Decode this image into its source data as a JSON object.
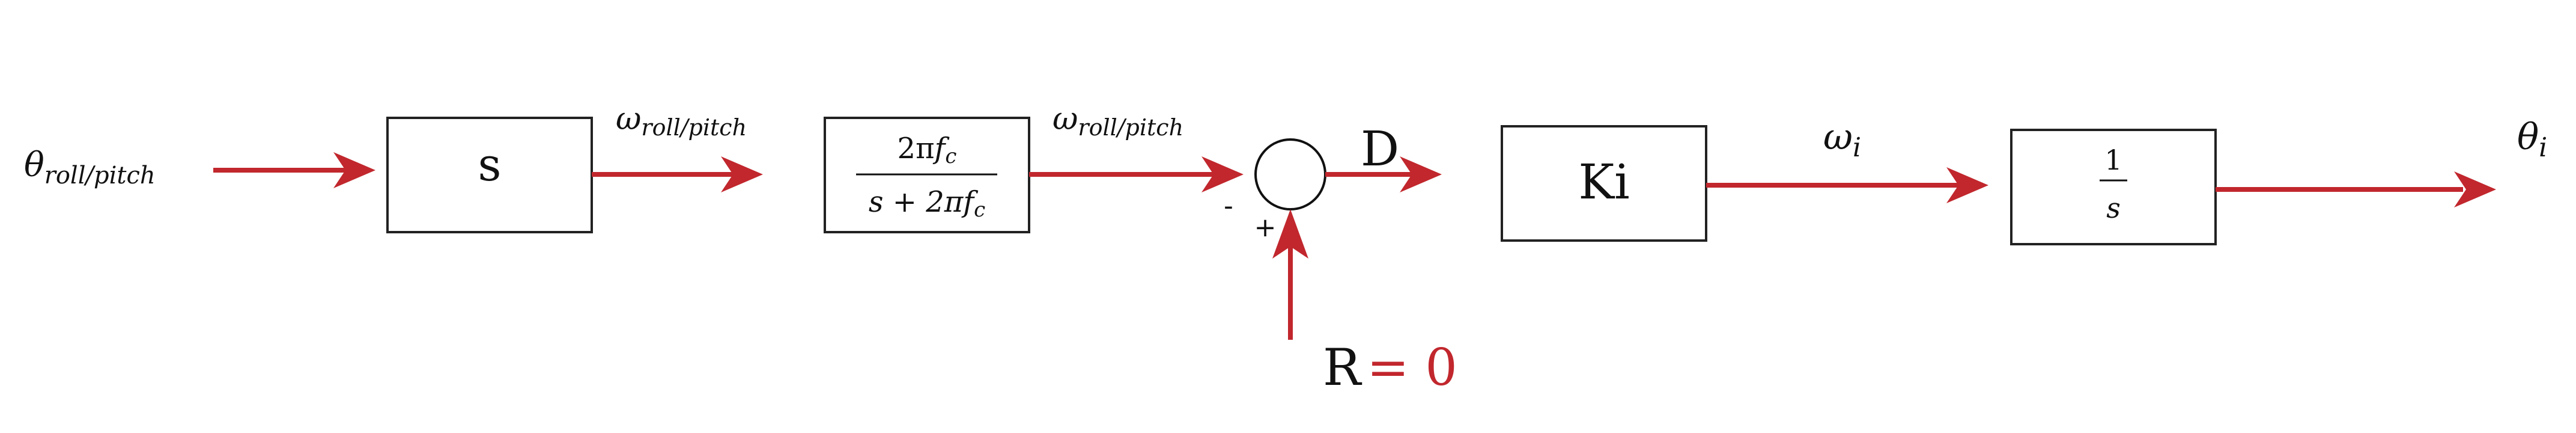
{
  "input": {
    "theta": "θ",
    "subscript": "roll/pitch"
  },
  "blocks": {
    "differentiator": {
      "label": "s"
    },
    "lowpass": {
      "numerator_pre": "2π",
      "numerator_f": "f",
      "numerator_sub": "c",
      "denominator_pre": "s + 2π",
      "denominator_f": "f",
      "denominator_sub": "c"
    },
    "gain": {
      "label": "Ki"
    },
    "integrator": {
      "numerator": "1",
      "denominator": "s"
    }
  },
  "signals": {
    "omega_1": {
      "symbol": "ω",
      "subscript": "roll/pitch"
    },
    "omega_2": {
      "symbol": "ω",
      "subscript": "roll/pitch"
    },
    "d": "D",
    "omega_i": {
      "symbol": "ω",
      "subscript": "i"
    },
    "theta_i": {
      "symbol": "θ",
      "subscript": "i"
    }
  },
  "summing_junction": {
    "minus_sign": "-",
    "plus_sign": "+"
  },
  "reference": {
    "name": "R",
    "equals": "= 0"
  },
  "colors": {
    "signal": "#c1272d",
    "block_border": "#222222",
    "text": "#111111"
  }
}
